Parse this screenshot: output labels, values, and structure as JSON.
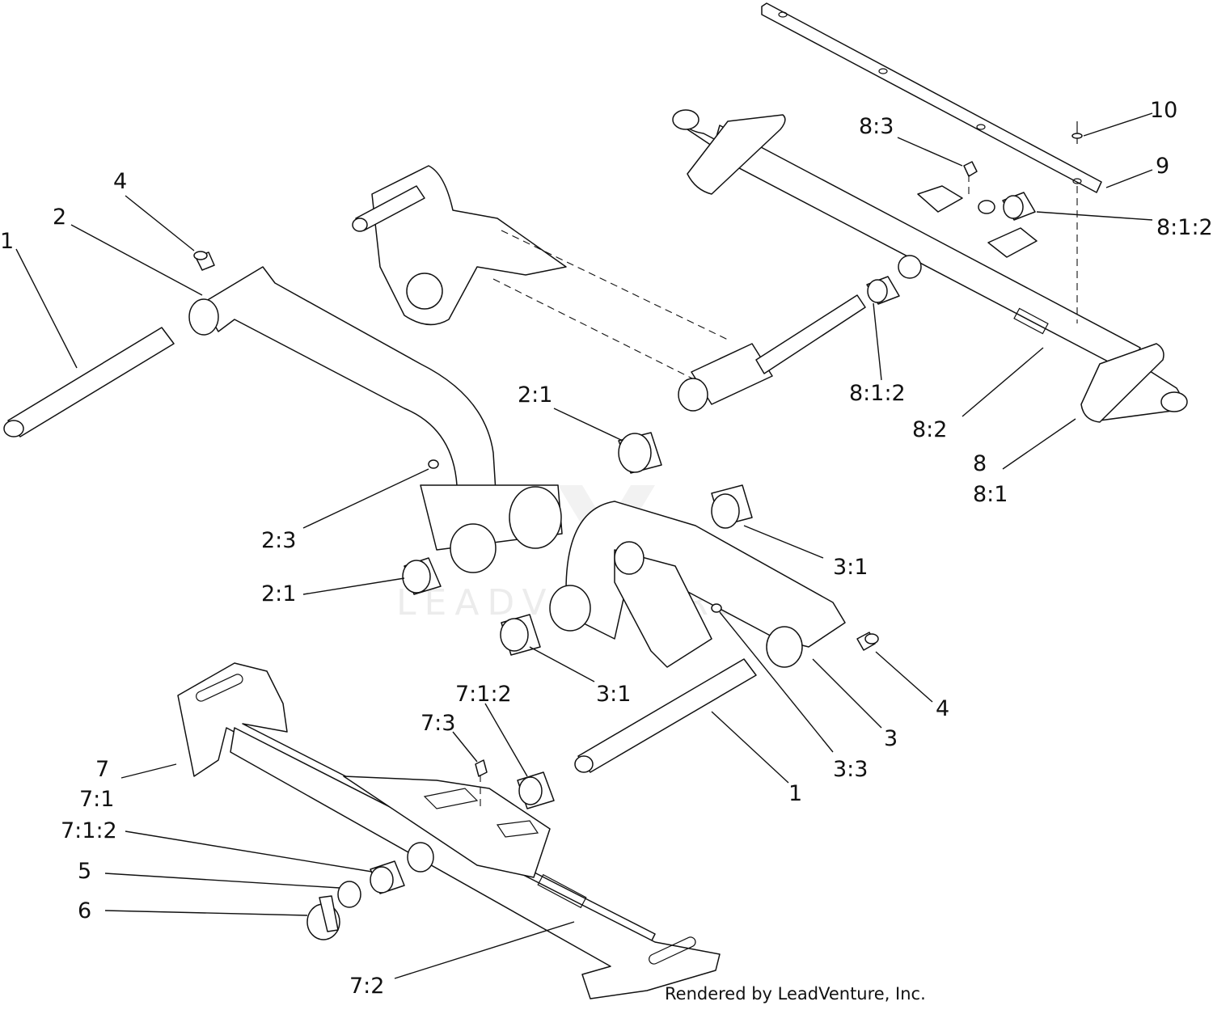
{
  "callouts": {
    "c10": "10",
    "c9": "9",
    "c8_3": "8:3",
    "c8_1_2_top": "8:1:2",
    "c8_1_2_mid": "8:1:2",
    "c8_2": "8:2",
    "c8": "8",
    "c8_1": "8:1",
    "c4_top": "4",
    "c2_top": "2",
    "c1_top": "1",
    "c2_1_top": "2:1",
    "c2_3": "2:3",
    "c2_1_bot": "2:1",
    "c3_1_top": "3:1",
    "c3_1_bot": "3:1",
    "c4_right": "4",
    "c3": "3",
    "c3_3": "3:3",
    "c1_bot": "1",
    "c7_1_2_top": "7:1:2",
    "c7_3": "7:3",
    "c7": "7",
    "c7_1": "7:1",
    "c7_1_2_left": "7:1:2",
    "c5": "5",
    "c6": "6",
    "c7_2": "7:2"
  },
  "credit": "Rendered by LeadVenture, Inc.",
  "watermark": "LEADVENTURE"
}
